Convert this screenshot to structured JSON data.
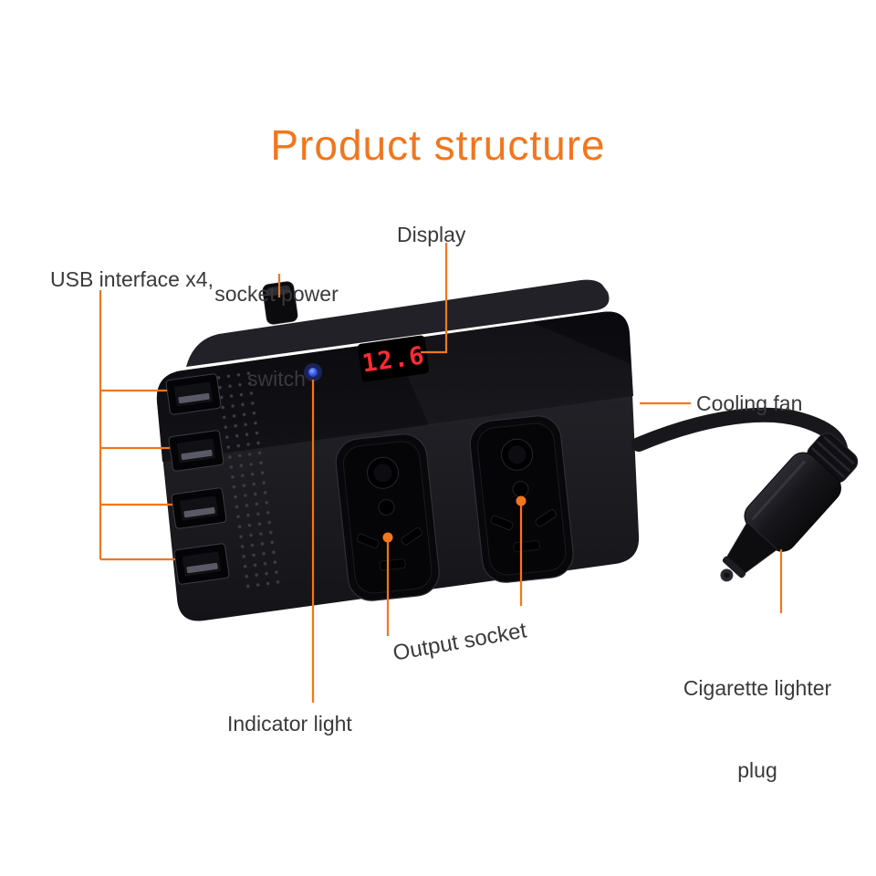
{
  "title": "Product structure",
  "colors": {
    "accent_orange": "#F2761D",
    "label_text": "#3A3A3A",
    "led_red": "#FF2B33",
    "indicator_blue": "#2F54E8",
    "device_body": "#1B1B20",
    "background": "#FFFFFF"
  },
  "device": {
    "display_value": "12.6",
    "usb_port_count": 4
  },
  "labels": {
    "usb": "USB interface x4,",
    "switch_line1": "socket power",
    "switch_line2": "switch",
    "display": "Display",
    "cooling_fan": "Cooling fan",
    "output_socket": "Output socket",
    "cigarette_line1": "Cigarette lighter",
    "cigarette_line2": "plug",
    "indicator": "Indicator light"
  }
}
